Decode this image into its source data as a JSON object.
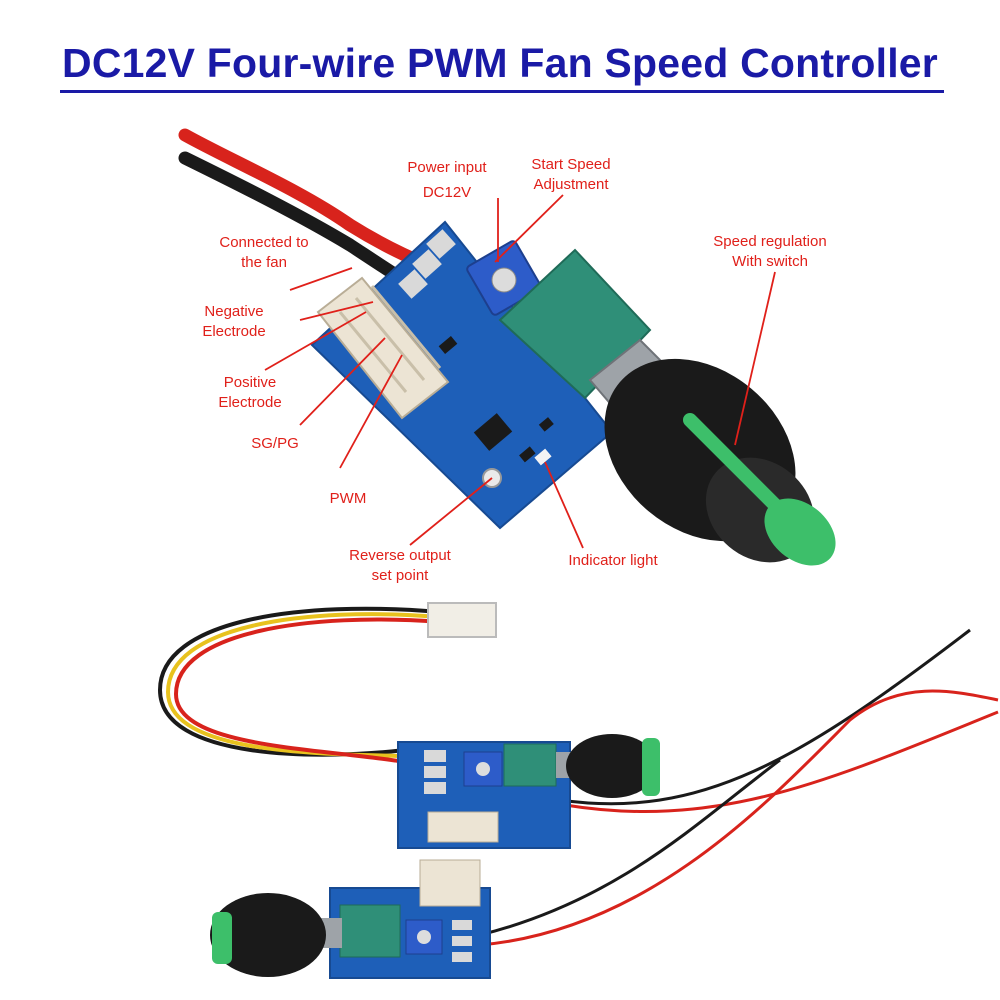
{
  "title": "DC12V Four-wire PWM Fan Speed Controller",
  "labels": {
    "power_input_1": "Power input",
    "power_input_2": "DC12V",
    "start_speed_1": "Start Speed",
    "start_speed_2": "Adjustment",
    "connected_fan_1": "Connected to",
    "connected_fan_2": "the fan",
    "negative_1": "Negative",
    "negative_2": "Electrode",
    "positive_1": "Positive",
    "positive_2": "Electrode",
    "sgpg": "SG/PG",
    "pwm": "PWM",
    "reverse_1": "Reverse output",
    "reverse_2": "set point",
    "indicator": "Indicator light",
    "speed_reg_1": "Speed regulation",
    "speed_reg_2": "With switch"
  },
  "colors": {
    "title": "#1a1aa6",
    "annotation": "#e0201a",
    "pcb": "#1e5fb8",
    "knob_green": "#3dbf6a",
    "knob_black": "#1a1a1a",
    "pot_teal": "#2f8f78"
  }
}
